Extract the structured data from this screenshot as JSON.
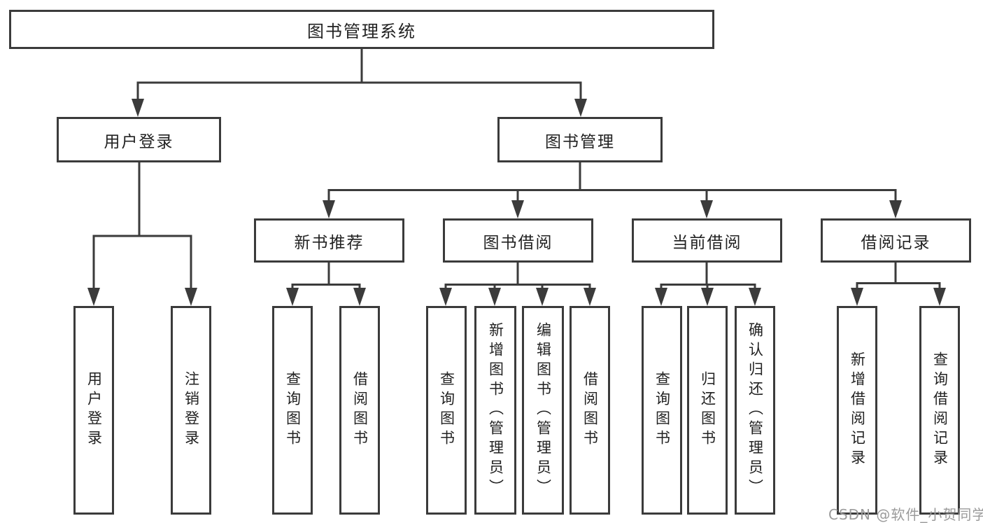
{
  "diagram": {
    "type": "hierarchy-tree",
    "colors": {
      "line": "#3b3b3b",
      "box_border": "#3b3b3b",
      "box_fill": "#ffffff",
      "text": "#222222",
      "watermark_text": "#9b9b9b"
    },
    "tree": {
      "label": "图书管理系统",
      "children": [
        {
          "label": "用户登录",
          "children": [
            {
              "label": "用户登录"
            },
            {
              "label": "注销登录"
            }
          ]
        },
        {
          "label": "图书管理",
          "children": [
            {
              "label": "新书推荐",
              "children": [
                {
                  "label": "查询图书"
                },
                {
                  "label": "借阅图书"
                }
              ]
            },
            {
              "label": "图书借阅",
              "children": [
                {
                  "label": "查询图书"
                },
                {
                  "label": "新增图书（管理员）"
                },
                {
                  "label": "编辑图书（管理员）"
                },
                {
                  "label": "借阅图书"
                }
              ]
            },
            {
              "label": "当前借阅",
              "children": [
                {
                  "label": "查询图书"
                },
                {
                  "label": "归还图书"
                },
                {
                  "label": "确认归还（管理员）"
                }
              ]
            },
            {
              "label": "借阅记录",
              "children": [
                {
                  "label": "新增借阅记录"
                },
                {
                  "label": "查询借阅记录"
                }
              ]
            }
          ]
        }
      ]
    },
    "watermark": {
      "text": "CSDN @软件_小贺同学"
    }
  }
}
